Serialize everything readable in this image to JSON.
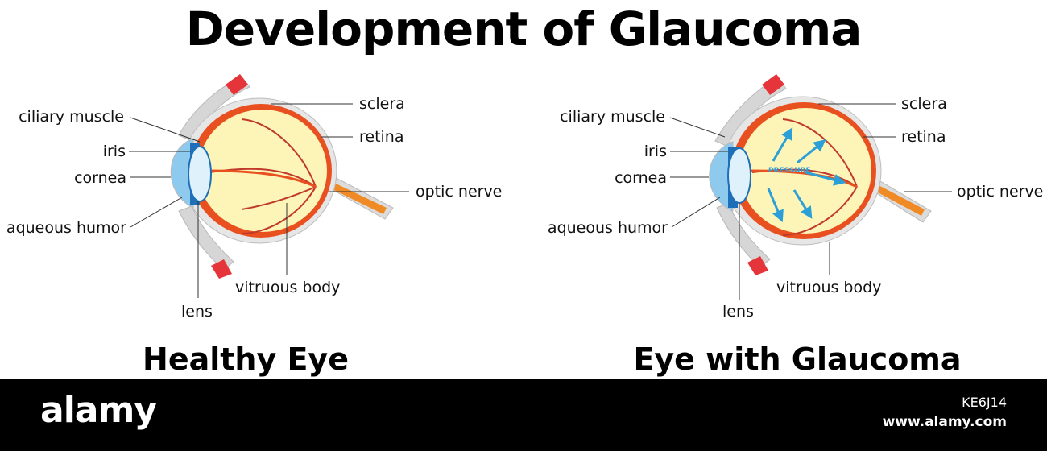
{
  "title": "Development of Glaucoma",
  "panels": [
    {
      "caption": "Healthy Eye",
      "labels": {
        "ciliary_muscle": "ciliary muscle",
        "iris": "iris",
        "cornea": "cornea",
        "aqueous_humor": "aqueous humor",
        "lens": "lens",
        "sclera": "sclera",
        "retina": "retina",
        "optic_nerve": "optic nerve",
        "vitruous_body": "vitruous body"
      }
    },
    {
      "caption": "Eye with Glaucoma",
      "labels": {
        "ciliary_muscle": "ciliary muscle",
        "iris": "iris",
        "cornea": "cornea",
        "aqueous_humor": "aqueous humor",
        "lens": "lens",
        "sclera": "sclera",
        "retina": "retina",
        "optic_nerve": "optic nerve",
        "vitruous_body": "vitruous body"
      },
      "pressure_label": "PRESSURE"
    }
  ],
  "watermark": {
    "logo": "alamy",
    "image_id": "KE6J14",
    "url": "www.alamy.com"
  },
  "colors": {
    "sclera": "#e6e6e6",
    "choroid": "#e8501f",
    "vitreous": "#fdf5b8",
    "retina_vessel": "#c0392b",
    "cornea": "#8ec9ee",
    "iris": "#1f6fb8",
    "lens": "#dff2fb",
    "muscle": "#e6353a",
    "nerve": "#f08a24",
    "pressure_arrow": "#2a9fd8"
  }
}
